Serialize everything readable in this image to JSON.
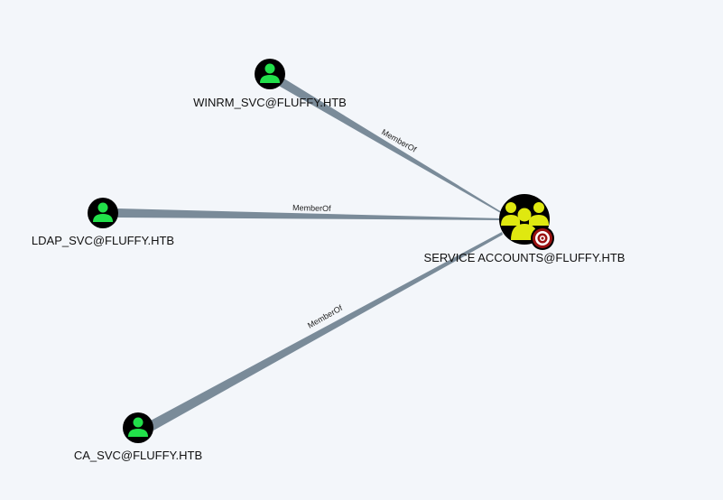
{
  "graph": {
    "colors": {
      "background": "#f3f6fa",
      "edge": "#7a8b99",
      "user_icon": "#22e04a",
      "group_icon": "#dfe810",
      "node_fill": "#000000",
      "target_badge": "#9b1111"
    },
    "nodes": [
      {
        "id": "winrm",
        "kind": "user",
        "icon": "user-icon",
        "label": "WINRM_SVC@FLUFFY.HTB"
      },
      {
        "id": "ldap",
        "kind": "user",
        "icon": "user-icon",
        "label": "LDAP_SVC@FLUFFY.HTB"
      },
      {
        "id": "ca",
        "kind": "user",
        "icon": "user-icon",
        "label": "CA_SVC@FLUFFY.HTB"
      },
      {
        "id": "service",
        "kind": "group",
        "icon": "group-icon",
        "badge": "target-icon",
        "label": "SERVICE ACCOUNTS@FLUFFY.HTB"
      }
    ],
    "edges": [
      {
        "from": "winrm",
        "to": "service",
        "label": "MemberOf"
      },
      {
        "from": "ldap",
        "to": "service",
        "label": "MemberOf"
      },
      {
        "from": "ca",
        "to": "service",
        "label": "MemberOf"
      }
    ]
  }
}
